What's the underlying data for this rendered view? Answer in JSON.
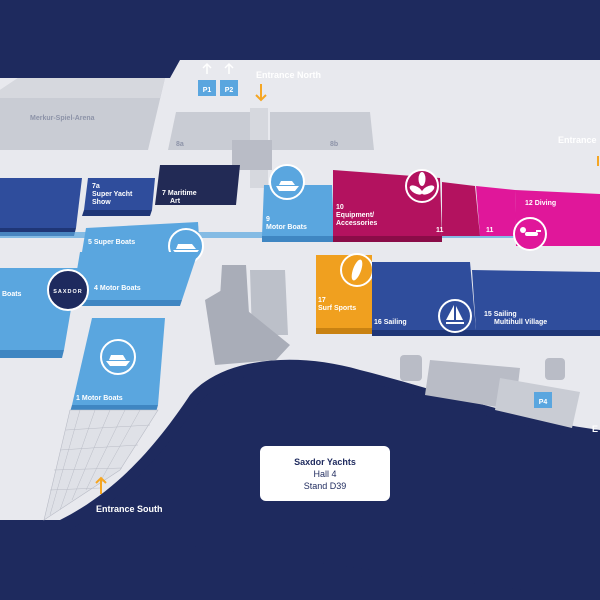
{
  "colors": {
    "background": "#1e2a5e",
    "ground": "#e8e9ee",
    "building_grey": "#c9ccd4",
    "motor_blue": "#5aa6df",
    "navy_hall": "#2f4d9c",
    "magenta": "#b3125f",
    "pink": "#e0179a",
    "orange": "#f0a01f",
    "arrow_orange": "#f5a623",
    "dark_navy": "#222a55"
  },
  "entrances": {
    "north": "Entrance North",
    "south": "Entrance South",
    "east": "Entrance",
    "east_lower": "E"
  },
  "parking": {
    "p1": "P1",
    "p2": "P2",
    "p4": "P4"
  },
  "buildings": {
    "arena": "Merkur-Spiel-Arena",
    "hall_8a": "8a",
    "hall_8b": "8b"
  },
  "halls": {
    "h7a": {
      "number": "7a",
      "line1": "Super Yacht",
      "line2": "Show"
    },
    "h7": {
      "number": "7",
      "line1": "Maritime",
      "line2": "Art"
    },
    "h9": {
      "number": "9",
      "line1": "Motor Boats"
    },
    "h10": {
      "number": "10",
      "line1": "Equipment/",
      "line2": "Accessories"
    },
    "h11a": {
      "number": "11"
    },
    "h11b": {
      "number": "11"
    },
    "h12": {
      "number": "12",
      "line1": "Diving"
    },
    "h5": {
      "number": "5",
      "line1": "Super Boats"
    },
    "h4": {
      "number": "4",
      "line1": "Motor Boats"
    },
    "h3": {
      "line1": "Boats"
    },
    "h17": {
      "number": "17",
      "line1": "Surf Sports"
    },
    "h16": {
      "number": "16",
      "line1": "Sailing"
    },
    "h15": {
      "number": "15",
      "line1": "Sailing",
      "line2": "Multihull Village"
    },
    "h1": {
      "number": "1",
      "line1": "Motor Boats"
    }
  },
  "exhibitor_logo": "SAXDOR",
  "icons": [
    "motorboat-icon",
    "propeller-icon",
    "diver-icon",
    "surfboard-icon",
    "sailboat-icon",
    "yacht-icon",
    "parking-icon",
    "arrow-up-icon",
    "arrow-down-icon"
  ],
  "info_card": {
    "company": "Saxdor Yachts",
    "hall": "Hall 4",
    "stand": "Stand D39"
  }
}
